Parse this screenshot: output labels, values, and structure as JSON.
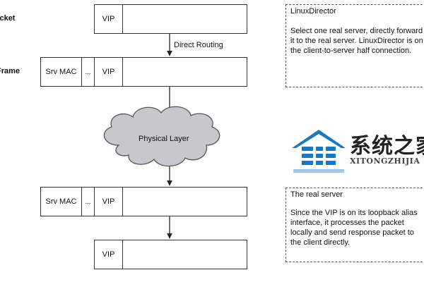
{
  "labels": {
    "packet": "Packet",
    "frame": "Frame"
  },
  "connector": {
    "direct_routing": "Direct Routing"
  },
  "cloud": {
    "label": "Physical Layer"
  },
  "packets": {
    "top": {
      "vip": "VIP"
    },
    "frame1": {
      "srv_mac": "Srv MAC",
      "dots": "...",
      "vip": "VIP"
    },
    "frame2": {
      "srv_mac": "Srv MAC",
      "dots": "...",
      "vip": "VIP"
    },
    "bottom": {
      "vip": "VIP"
    }
  },
  "notes": {
    "director": {
      "title": "LinuxDirector",
      "body": "Select one real server, directly forward it to the real server. LinuxDirector is on the client-to-server half connection."
    },
    "real_server": {
      "title": "The real server",
      "body": "Since the VIP is on its loopback alias interface, it processes the packet locally and send response packet to the client directly."
    }
  },
  "watermark": {
    "chinese": "系统之家",
    "pinyin": "XITONGZHIJIA",
    "icon": "house-logo-icon",
    "color": "#1a78c2"
  },
  "colors": {
    "cloud_fill": "#c8c8cc",
    "line": "#333333"
  }
}
